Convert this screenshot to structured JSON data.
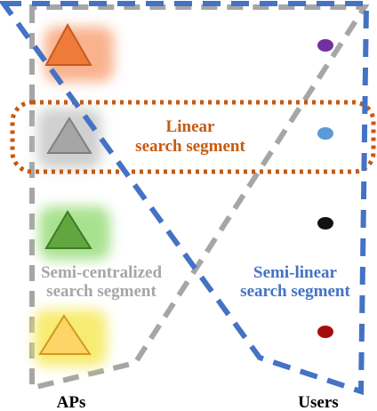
{
  "labels": {
    "aps": "APs",
    "users": "Users",
    "linear_line1": "Linear",
    "linear_line2": "search segment",
    "semi_centralized_line1": "Semi-centralized",
    "semi_centralized_line2": "search segment",
    "semi_linear_line1": "Semi-linear",
    "semi_linear_line2": "search segment"
  },
  "aps": [
    {
      "name": "orange-ap",
      "fill": "#ef7b3a",
      "stroke": "#c65a1e",
      "glow": "#f7a57a"
    },
    {
      "name": "gray-ap",
      "fill": "#a6a6a6",
      "stroke": "#808080",
      "glow": "#c8c8c8"
    },
    {
      "name": "green-ap",
      "fill": "#62a640",
      "stroke": "#3f7a26",
      "glow": "#9fdf83"
    },
    {
      "name": "yellow-ap",
      "fill": "#fcd468",
      "stroke": "#d39a1a",
      "glow": "#f7eb6a"
    }
  ],
  "users": [
    {
      "name": "purple-user",
      "color": "#7030a0"
    },
    {
      "name": "blue-user",
      "color": "#5b9bd5"
    },
    {
      "name": "black-user",
      "color": "#111111"
    },
    {
      "name": "red-user",
      "color": "#a50d0d"
    }
  ],
  "colors": {
    "linear_segment": "#c55a11",
    "semi_centralized_segment": "#a6a6a6",
    "semi_linear_segment": "#4472c4"
  }
}
